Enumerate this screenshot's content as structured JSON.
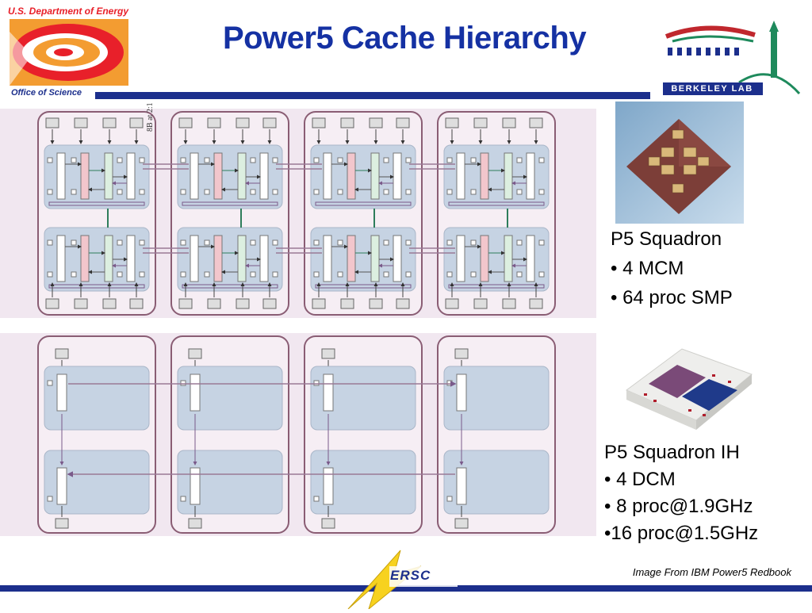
{
  "header": {
    "title": "Power5 Cache Hierarchy",
    "doe_top": "U.S. Department of Energy",
    "doe_bottom": "Office of Science",
    "lab_name": "BERKELEY LAB"
  },
  "diagram_top": {
    "rotated_label": "8B at 2:1"
  },
  "squadron": {
    "title": "P5 Squadron",
    "bullets": [
      "• 4 MCM",
      "• 64 proc SMP"
    ]
  },
  "squadron_ih": {
    "title": "P5 Squadron IH",
    "bullets": [
      "• 4 DCM",
      "• 8 proc@1.9GHz",
      "•16 proc@1.5GHz"
    ]
  },
  "footer": {
    "credit": "Image From IBM Power5 Redbook",
    "nersc": "ERSC"
  },
  "colors": {
    "title_blue": "#1531a3",
    "bar_blue": "#1c2f8c",
    "doe_red": "#e8202a",
    "doe_orange": "#f39c31",
    "diagram_bg": "#f1e7f0",
    "module_fill": "#c6d3e3",
    "board_border": "#8a5d74",
    "nersc_yellow": "#f7d21f"
  }
}
